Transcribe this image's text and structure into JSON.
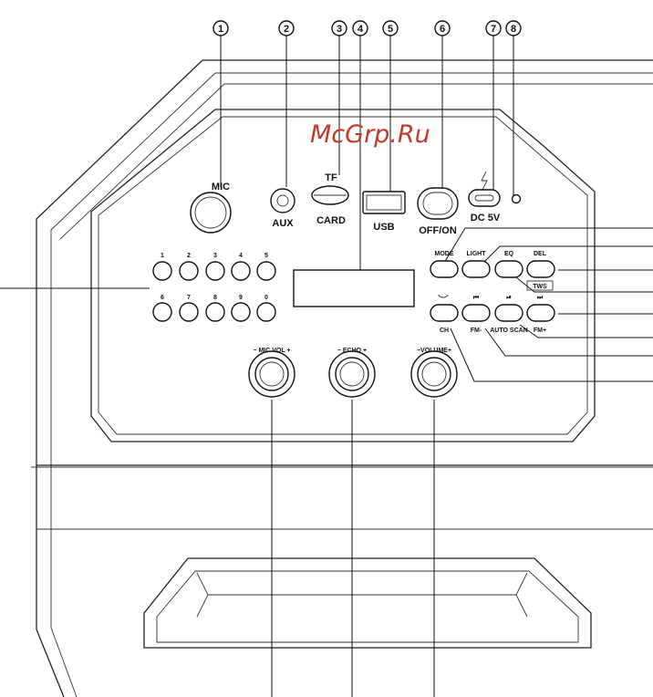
{
  "watermark": "McGrp.Ru",
  "callouts": [
    "1",
    "2",
    "3",
    "4",
    "5",
    "6",
    "7",
    "8"
  ],
  "ports": {
    "mic": "MIC",
    "aux": "AUX",
    "tf": "TF",
    "card": "CARD",
    "usb": "USB",
    "off_on": "OFF/ON",
    "dc": "DC 5V"
  },
  "number_keys": [
    "1",
    "2",
    "3",
    "4",
    "5",
    "6",
    "7",
    "8",
    "9",
    "0"
  ],
  "function_keys": {
    "mode": "MODE",
    "light": "LIGHT",
    "eq": "EQ",
    "del": "DEL",
    "tws": "TWS",
    "ch": "CH",
    "fm_minus": "FM-",
    "auto_scan": "AUTO SCAN",
    "fm_plus": "FM+"
  },
  "knobs": {
    "mic_vol": "− MIC VOL +",
    "echo": "− ECHO +",
    "volume": "−VOLUME+"
  }
}
